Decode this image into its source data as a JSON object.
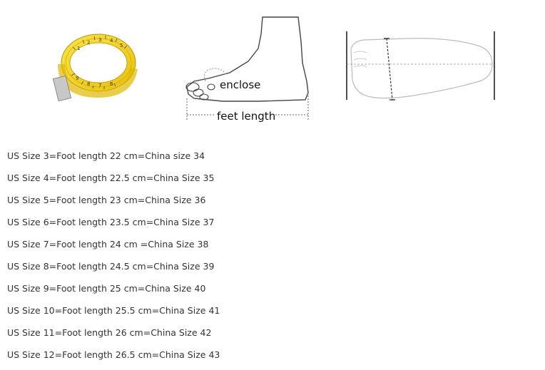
{
  "illustrations": {
    "foot_side_labels": {
      "enclose": "enclose",
      "feet_length": "feet length"
    }
  },
  "size_chart": [
    "US Size 3=Foot length 22 cm=China size 34",
    "US Size 4=Foot length 22.5 cm=China Size 35",
    "US Size 5=Foot length 23 cm=China Size 36",
    "US Size 6=Foot length 23.5 cm=China Size 37",
    "US Size 7=Foot length 24 cm =China Size 38",
    "US Size 8=Foot length 24.5 cm=China Size 39",
    "US Size 9=Foot length 25 cm=China Size 40",
    "US Size 10=Foot length 25.5 cm=China Size 41",
    "US Size 11=Foot length 26 cm=China Size 42",
    "US Size 12=Foot length 26.5 cm=China Size 43"
  ],
  "colors": {
    "tape_yellow": "#f2d21b",
    "tape_dark": "#c9a400",
    "text": "#333333",
    "line": "#555555"
  }
}
